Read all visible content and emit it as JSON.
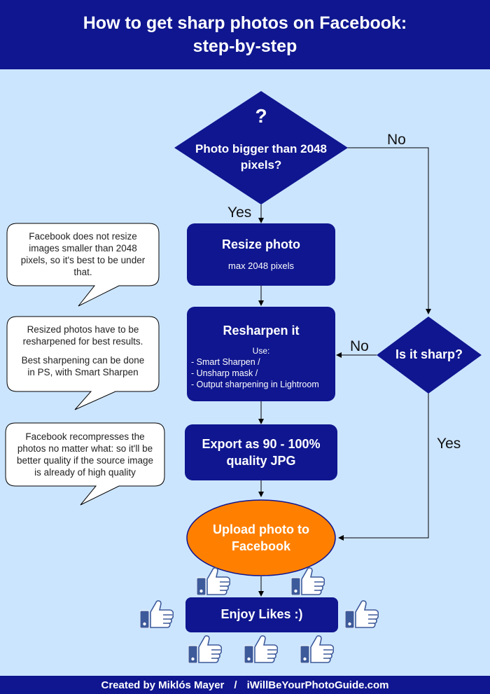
{
  "header": {
    "title_line1": "How to get sharp photos on Facebook:",
    "title_line2": "step-by-step"
  },
  "decision1": {
    "symbol": "?",
    "question_line1": "Photo bigger than 2048",
    "question_line2": "pixels?"
  },
  "decision2": {
    "question": "Is it sharp?"
  },
  "edges": {
    "no_top": "No",
    "yes_top": "Yes",
    "no_mid": "No",
    "yes_right": "Yes"
  },
  "steps": {
    "resize": {
      "title": "Resize photo",
      "subtitle": "max 2048 pixels"
    },
    "resharpen": {
      "title": "Resharpen it",
      "use_label": "Use:",
      "items": [
        "- Smart Sharpen /",
        "- Unsharp mask /",
        "- Output sharpening in Lightroom"
      ]
    },
    "export": {
      "title_line1": "Export as 90 - 100%",
      "title_line2": "quality JPG"
    },
    "upload": {
      "line1": "Upload photo to",
      "line2": "Facebook"
    },
    "enjoy": {
      "title": "Enjoy Likes :)"
    }
  },
  "notes": {
    "note1": [
      "Facebook does not resize",
      "images smaller than 2048",
      "pixels, so it's best to be under",
      "that."
    ],
    "note2": [
      "Resized photos have to be",
      "resharpened for best results.",
      "",
      "Best sharpening can be done",
      "in PS, with Smart Sharpen"
    ],
    "note3": [
      "Facebook recompresses the",
      "photos no matter what: so it'll be",
      "better quality if the source image",
      "is already of high quality"
    ]
  },
  "footer": {
    "author": "Created by Miklós Mayer",
    "separator": "/",
    "site": "iWillBeYourPhotoGuide.com"
  },
  "icons": {
    "like": "thumbs-up-icon"
  },
  "colors": {
    "background": "#cce5ff",
    "navy": "#0f168f",
    "orange": "#ff8000",
    "thumb": "#3d5a9a"
  }
}
